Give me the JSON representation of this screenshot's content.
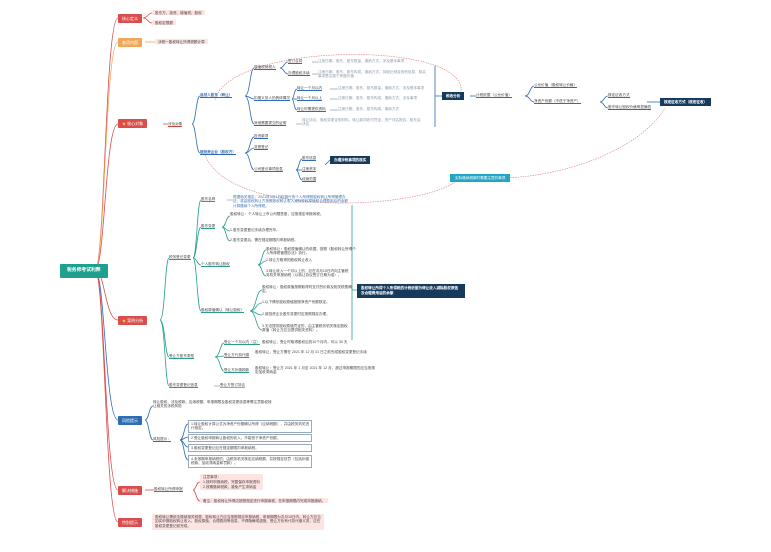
{
  "root": "税务师考试利弊",
  "l1": {
    "definition": "核心定义",
    "components": "各项内容",
    "three": "核心对象",
    "four": "案例分析",
    "risk": "风险提示",
    "fix": "解决措施",
    "notice": "特别提示"
  },
  "def": {
    "a": "股东方、投资、增值税、股权",
    "b": "股权定限额"
  },
  "comp": {
    "a": "涉税一股权转让所得税额计算"
  },
  "three": {
    "label": "涉及对象",
    "b1": "自然人股东（转让）",
    "b1_sub1": "增值税纳税人",
    "b1_sub1_a": "签订合同",
    "b1_sub1_a1": "注册日期、股东、股东数量、缴纳方式、涉及基本事项",
    "b1_sub1_b": "办理股权手续",
    "b1_sub1_b1": "注册日期、股东、股东构成、缴纳方式、持股比例及其他信息、核实事项是否属于房屋价值",
    "b1_sub2": "扣缴义务人的具体情况",
    "b1_sub2_a": "转让一个月以内",
    "b1_sub2_a1": "注册日期、股东、股东数量、缴纳方式、涉及基本事项",
    "b1_sub2_b": "转让一个月以上",
    "b1_sub2_b1": "注册日期、股东、股东构成、缴纳方式、涉及事项",
    "b1_sub2_c": "转让时需提供资料",
    "b1_sub2_c1": "注册日期、股东、股东构成、缴纳方式",
    "b1_sub3": "其他需要提交的证明",
    "b1_sub3_a1": "转让协议、股权变更证明材料、转让款项收付凭证、资产评估报告、股东会决议",
    "b2": "被投资企业（股权方）",
    "b2_a": "投资款项",
    "b2_b": "变更登记",
    "b2_c": "公司登记事项信息",
    "b2_c1": "股东信息",
    "b2_c2": "注册资本",
    "b2_c3": "经营范围",
    "b2_tag": "办理涉税事项的核实",
    "dark": "需要填写的资料",
    "teal": "实际缴纳税款时需要注意的事项"
  },
  "right": {
    "hub": "税收分析",
    "mid": "计税依据（公允价值）",
    "r1": "公允价值（股权转让价格）",
    "r2": "净资产份额（不低于净资产）",
    "r2a": "核定征收方式",
    "r2b": "股东转让股权价格明显偏低",
    "r2c": "股东转让股权价格偏低（有正当理由）",
    "dark": "核定征收方式（核定征收）"
  },
  "four": {
    "label": "税务登记变更",
    "c1": "股东名称",
    "c1_a": "根据相关规定，2021年3月1日起施行的个人所得税股权转让所得管理办法，将由股权转让方按照股权转让收入减除股权原值和合理费用后的余额计算缴纳个人所得税。",
    "c2": "股东变更",
    "c2_a": "股权转让：个人转让上市公司限售股，应按规定申报纳税。",
    "c2_b": "1.股东变更登记手续办理完毕。",
    "c2_c": "2.股东变更后，需在规定期限内申报纳税。",
    "c3": "个人股东转让股权",
    "c3_a": "股权转让：股权原值确认的依据，按照《股权转让所得个人所得税管理办法》执行。",
    "c3_b": "2.转让方取得的股权转让收入",
    "c3_c": "3.转让收入一个月以上的，应在次月15日内向主管税务机关申报纳税（以转让协议签订日期为准）。",
    "c4": "股权原值确认（转让股权）",
    "c4_a": "股权转让：股权原值按照取得时支付的价款及相关税费确定。",
    "c4_b": "1.以下情形股权原值按照净资产份额核定。",
    "c4_c": "2.被投资企业股东变更时应按照规定办理。",
    "c4_d": "3.无法提供股权原值凭证的，由主管税务机关核定股权原值（转让方应当提供相关资料）。",
    "dark": "股权转让所得个人所得税的计税依据为转让收入减除股权原值及合理费用后的余额",
    "b2": "受让方股东类型",
    "b2_a": "受让一个月以内（注）",
    "b2_a1": "股权转让，受让时取得股权后的10个月内，可以 30 天",
    "b2_b": "受让方代扣代缴",
    "b2_b1": "股权转让，受让方需在 2021 年 12 月 31 日之前完成股权变更登记手续",
    "b2_c": "受让方补缴税款",
    "b2_c1": "股权转让：受让方 2021 年 1 月至 2021 年 12 月，超过申报期限的应当按规定加收滞纳金",
    "b3": "股东变更登记信息",
    "b3_a": "受让方签订协议"
  },
  "risk": {
    "intro": "转让股权、涉及税款、应纳税额、申报期限及股权变更信息等需注意股权转让相关的涉税风险",
    "sub": "风险提示：",
    "s1": "1.转让股权计算公式为净资产份额确认所得（应纳税额），并由税务机关进行核定。",
    "s2": "2.受让股权申报转让股权的收入，不能低于净资产份额。",
    "s3": "3.股权变更登记应在规定期限内申报纳税。",
    "s4": "4.未按期申报纳税的，由税务机关核定应纳税额，并按规定处罚（包括补缴税款、加收滞纳金和罚款）。"
  },
  "fix": {
    "label": "股权转让所得申报",
    "a": "注意事项：",
    "a1": "1.按时申报纳税，完整保存申报资料",
    "a2": "2.按期缴纳税款，避免产生滞纳金",
    "b": "备注：股权转让所得应按照规定进行申报纳税，在申报期限内完成申报缴纳。"
  },
  "notice": {
    "a": "股权转让需依法缴纳相关税费，股权转让方应当按照规定申报纳税，申报期限为次月15日内。转让方应当如实申报股权转让收入、股权原值、合理费用等信息，不得隐瞒或虚报。受让方负有代扣代缴义务，应在股权变更登记前完成。"
  },
  "colors": {
    "red": "#d94d4d",
    "orange": "#f2a65a",
    "blue": "#2f6db3",
    "teal": "#2a9d8f",
    "darkblue": "#163a5c",
    "rootbg": "#1fa08f"
  }
}
